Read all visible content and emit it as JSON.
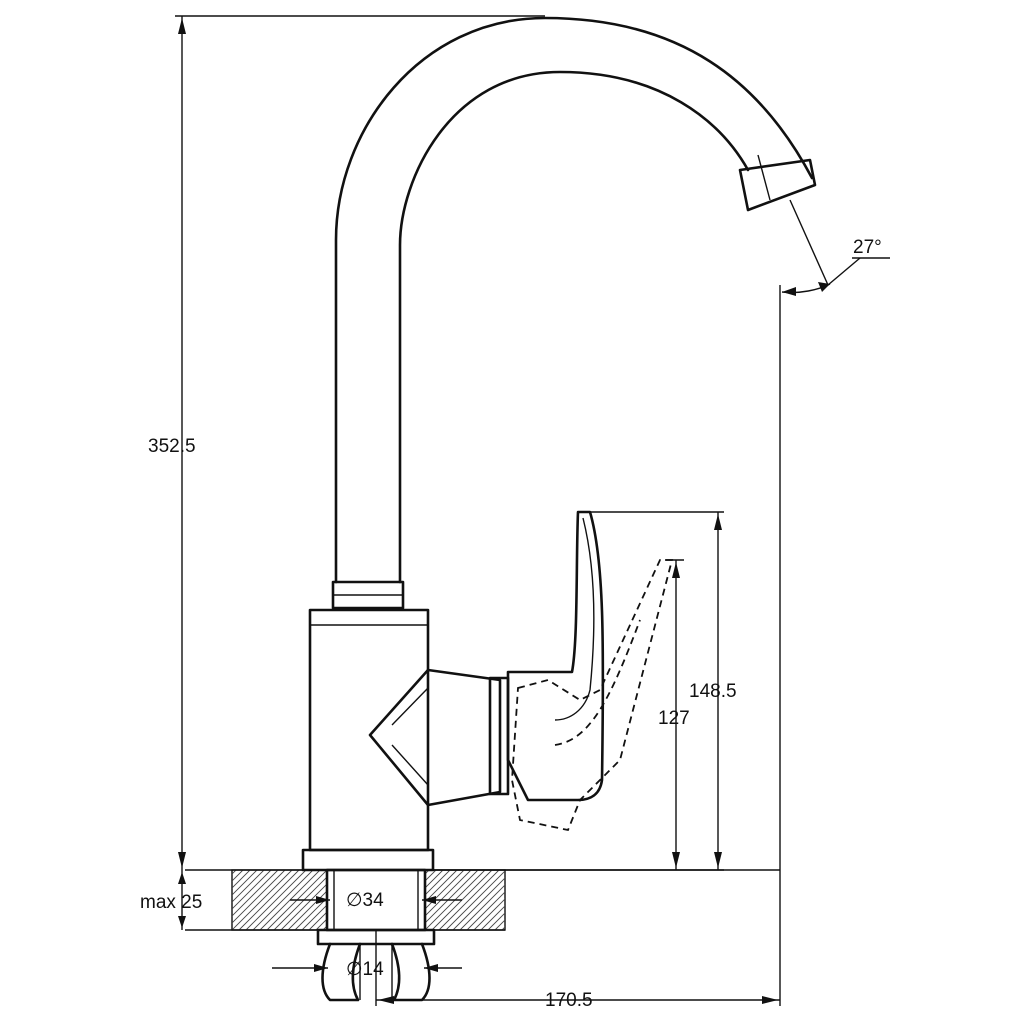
{
  "dimensions": {
    "total_height": "352.5",
    "handle_height": "148.5",
    "handle_height_alt": "127",
    "max_counter": "max 25",
    "mount_diameter": "∅34",
    "hose_diameter": "∅14",
    "reach": "170.5",
    "spout_angle": "27°"
  }
}
